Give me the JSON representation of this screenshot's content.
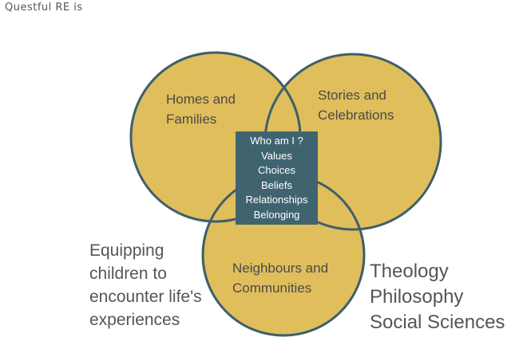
{
  "title": "Questful RE is",
  "colors": {
    "circle_fill": "#E0BE5C",
    "circle_stroke": "#3D5F6A",
    "box": "#3F6470"
  },
  "circles": [
    {
      "label_lines": [
        "Homes and",
        "Families"
      ]
    },
    {
      "label_lines": [
        "Stories and",
        "Celebrations"
      ]
    },
    {
      "label_lines": [
        "Neighbours and",
        "Communities"
      ]
    }
  ],
  "center_box": [
    "Who am I ?",
    "Values",
    "Choices",
    "Beliefs",
    "Relationships",
    "Belonging"
  ],
  "left_text": [
    "Equipping",
    "children to",
    "encounter life's",
    "experiences"
  ],
  "right_text": [
    "Theology",
    "Philosophy",
    "Social Sciences"
  ]
}
